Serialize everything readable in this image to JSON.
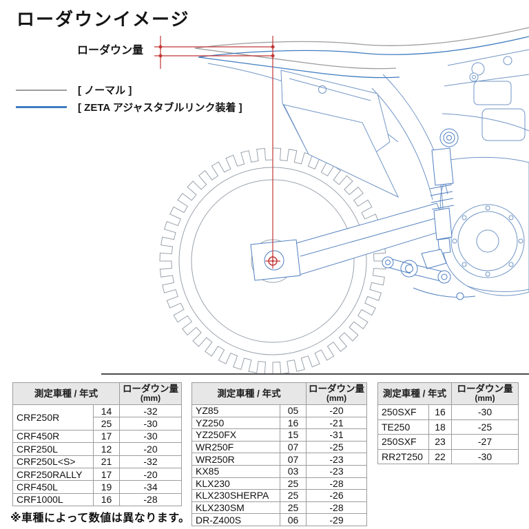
{
  "page": {
    "title": "ローダウンイメージ"
  },
  "diagram": {
    "measure_label": "ローダウン量",
    "legend": {
      "normal": {
        "label": "[ ノーマル ]",
        "color": "#9b9b9b"
      },
      "zeta": {
        "label": "[ ZETA アジャスタブルリンク装着 ]",
        "color": "#3f7cc0"
      }
    },
    "colors": {
      "measurement_red": "#c23535",
      "bike_line_blue": "#6f94c5",
      "wheel_line_gray": "#99a1ab",
      "ground_line": "#4c4c4c"
    }
  },
  "table_header": {
    "model": "測定車種 / 年式",
    "amount": "ローダウン量",
    "unit": "(mm)"
  },
  "tables": [
    {
      "rows": [
        [
          "CRF250R",
          "14",
          "-32"
        ],
        [
          "",
          "25",
          "-30"
        ],
        [
          "CRF450R",
          "17",
          "-30"
        ],
        [
          "CRF250L",
          "12",
          "-20"
        ],
        [
          "CRF250L<S>",
          "21",
          "-32"
        ],
        [
          "CRF250RALLY",
          "17",
          "-20"
        ],
        [
          "CRF450L",
          "19",
          "-34"
        ],
        [
          "CRF1000L",
          "16",
          "-28"
        ]
      ]
    },
    {
      "rows": [
        [
          "YZ85",
          "05",
          "-20"
        ],
        [
          "YZ250",
          "16",
          "-21"
        ],
        [
          "YZ250FX",
          "15",
          "-31"
        ],
        [
          "WR250F",
          "07",
          "-25"
        ],
        [
          "WR250R",
          "07",
          "-23"
        ],
        [
          "KX85",
          "03",
          "-23"
        ],
        [
          "KLX230",
          "25",
          "-28"
        ],
        [
          "KLX230SHERPA",
          "25",
          "-26"
        ],
        [
          "KLX230SM",
          "25",
          "-28"
        ],
        [
          "DR-Z400S",
          "06",
          "-29"
        ]
      ]
    },
    {
      "rows": [
        [
          "250SXF",
          "16",
          "-30"
        ],
        [
          "TE250",
          "18",
          "-25"
        ],
        [
          "250SXF",
          "23",
          "-27"
        ],
        [
          "RR2T250",
          "22",
          "-30"
        ]
      ]
    }
  ],
  "note": "※車種によって数値は異なります。"
}
